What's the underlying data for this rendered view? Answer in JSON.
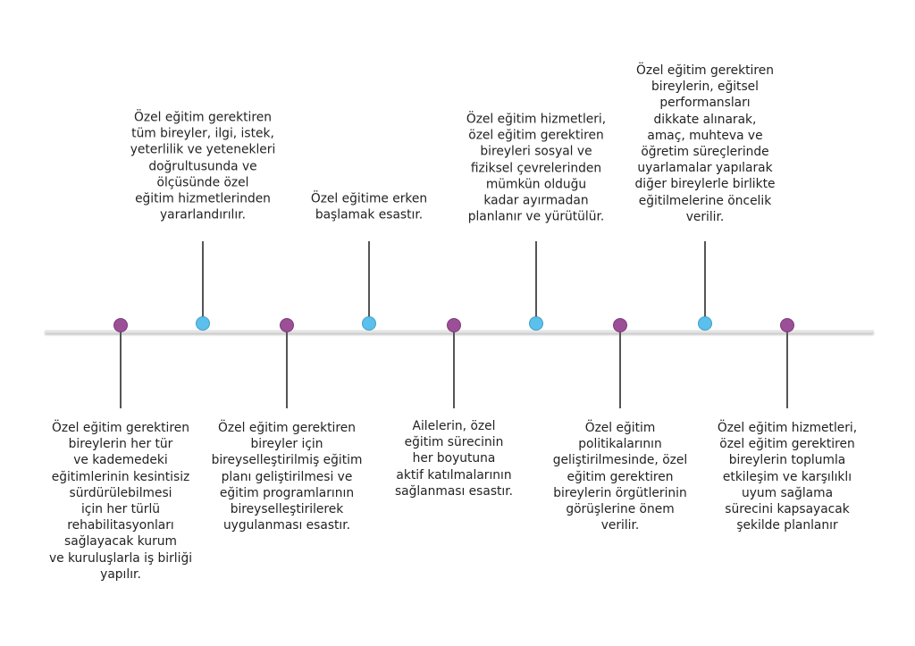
{
  "events": [
    {
      "side": "below",
      "color": "purple",
      "text": "Özel eğitim gerektiren\nbireylerin her tür\nve kademedeki\neğitimlerinin kesintisiz\nsürdürülebilmesi\niçin her türlü\nrehabilitasyonları\nsağlayacak kurum\nve kuruluşlarla iş birliği\nyapılır."
    },
    {
      "side": "above",
      "color": "blue",
      "text": "Özel eğitim gerektiren\ntüm bireyler, ilgi, istek,\nyeterlilik ve yetenekleri\ndoğrultusunda ve\nölçüsünde özel\neğitim hizmetlerinden\nyararlandırılır."
    },
    {
      "side": "below",
      "color": "purple",
      "text": "Özel eğitim gerektiren\nbireyler için\nbireyselleştirilmiş eğitim\nplanı geliştirilmesi ve\neğitim programlarının\nbireyselleştirilerek\nuygulanması esastır."
    },
    {
      "side": "above",
      "color": "blue",
      "text": "Özel eğitime erken\nbaşlamak esastır."
    },
    {
      "side": "below",
      "color": "purple",
      "text": "Ailelerin, özel\neğitim sürecinin\nher boyutuna\naktif katılmalarının\nsağlanması esastır."
    },
    {
      "side": "above",
      "color": "blue",
      "text": "Özel eğitim hizmetleri,\nözel eğitim gerektiren\nbireyleri sosyal ve\nfiziksel çevrelerinden\nmümkün olduğu\nkadar ayırmadan\nplanlanır ve yürütülür."
    },
    {
      "side": "below",
      "color": "purple",
      "text": "Özel eğitim\npolitikalarının\ngeliştirilmesinde, özel\neğitim gerektiren\nbireylerin örgütlerinin\ngörüşlerine önem\nverilir."
    },
    {
      "side": "above",
      "color": "blue",
      "text": "Özel eğitim gerektiren\nbireylerin, eğitsel\nperformansları\ndikkate alınarak,\namaç, muhteva ve\nöğretim süreçlerinde\nuyarlamalar yapılarak\ndiğer bireylerle birlikte\neğitilmelerine öncelik\nverilir."
    },
    {
      "side": "below",
      "color": "purple",
      "text": "Özel eğitim hizmetleri,\nözel eğitim gerektiren\nbireylerin toplumla\netkileşim ve karşılıklı\nuyum sağlama\nsürecini kapsayacak\nşekilde planlanır"
    }
  ]
}
